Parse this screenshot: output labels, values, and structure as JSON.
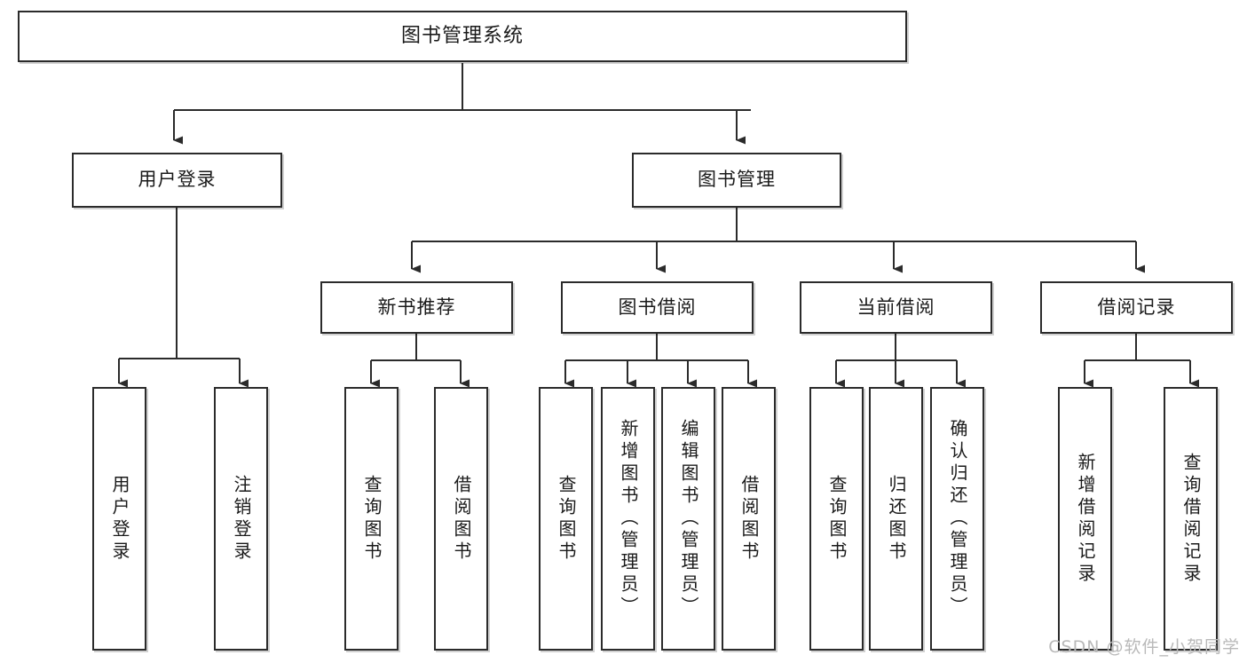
{
  "diagram": {
    "type": "tree-hierarchy",
    "title": "图书管理系统",
    "orientation": "top-down",
    "colors": {
      "node_border": "#2b2b2b",
      "node_fill": "#ffffff",
      "edge": "#2b2b2b",
      "text": "#1a1a1a",
      "watermark": "#b9b9b9",
      "background": "#ffffff"
    },
    "nodes": [
      {
        "id": "root",
        "label": "图书管理系统",
        "level": 0,
        "orientation": "horizontal"
      },
      {
        "id": "login",
        "label": "用户登录",
        "level": 1,
        "orientation": "horizontal"
      },
      {
        "id": "bookmgmt",
        "label": "图书管理",
        "level": 1,
        "orientation": "horizontal"
      },
      {
        "id": "newbook",
        "label": "新书推荐",
        "level": 2,
        "orientation": "horizontal"
      },
      {
        "id": "borrow",
        "label": "图书借阅",
        "level": 2,
        "orientation": "horizontal"
      },
      {
        "id": "current",
        "label": "当前借阅",
        "level": 2,
        "orientation": "horizontal"
      },
      {
        "id": "records",
        "label": "借阅记录",
        "level": 2,
        "orientation": "horizontal"
      },
      {
        "id": "l-login",
        "label": "用户登录",
        "level": 3,
        "orientation": "vertical"
      },
      {
        "id": "l-logout",
        "label": "注销登录",
        "level": 3,
        "orientation": "vertical"
      },
      {
        "id": "l-nb-query",
        "label": "查询图书",
        "level": 3,
        "orientation": "vertical"
      },
      {
        "id": "l-nb-borrow",
        "label": "借阅图书",
        "level": 3,
        "orientation": "vertical"
      },
      {
        "id": "l-bw-query",
        "label": "查询图书",
        "level": 3,
        "orientation": "vertical"
      },
      {
        "id": "l-bw-add",
        "label": "新增图书（管理员）",
        "level": 3,
        "orientation": "vertical"
      },
      {
        "id": "l-bw-edit",
        "label": "编辑图书（管理员）",
        "level": 3,
        "orientation": "vertical"
      },
      {
        "id": "l-bw-borrow",
        "label": "借阅图书",
        "level": 3,
        "orientation": "vertical"
      },
      {
        "id": "l-cb-query",
        "label": "查询图书",
        "level": 3,
        "orientation": "vertical"
      },
      {
        "id": "l-cb-return",
        "label": "归还图书",
        "level": 3,
        "orientation": "vertical"
      },
      {
        "id": "l-cb-confirm",
        "label": "确认归还（管理员）",
        "level": 3,
        "orientation": "vertical"
      },
      {
        "id": "l-rc-add",
        "label": "新增借阅记录",
        "level": 3,
        "orientation": "vertical"
      },
      {
        "id": "l-rc-query",
        "label": "查询借阅记录",
        "level": 3,
        "orientation": "vertical"
      }
    ],
    "edges": [
      {
        "from": "root",
        "to": "login"
      },
      {
        "from": "root",
        "to": "bookmgmt"
      },
      {
        "from": "bookmgmt",
        "to": "newbook"
      },
      {
        "from": "bookmgmt",
        "to": "borrow"
      },
      {
        "from": "bookmgmt",
        "to": "current"
      },
      {
        "from": "bookmgmt",
        "to": "records"
      },
      {
        "from": "login",
        "to": "l-login"
      },
      {
        "from": "login",
        "to": "l-logout"
      },
      {
        "from": "newbook",
        "to": "l-nb-query"
      },
      {
        "from": "newbook",
        "to": "l-nb-borrow"
      },
      {
        "from": "borrow",
        "to": "l-bw-query"
      },
      {
        "from": "borrow",
        "to": "l-bw-add"
      },
      {
        "from": "borrow",
        "to": "l-bw-edit"
      },
      {
        "from": "borrow",
        "to": "l-bw-borrow"
      },
      {
        "from": "current",
        "to": "l-cb-query"
      },
      {
        "from": "current",
        "to": "l-cb-return"
      },
      {
        "from": "current",
        "to": "l-cb-confirm"
      },
      {
        "from": "records",
        "to": "l-rc-add"
      },
      {
        "from": "records",
        "to": "l-rc-query"
      }
    ]
  },
  "watermark": {
    "text": "CSDN @软件_小贺同学"
  }
}
